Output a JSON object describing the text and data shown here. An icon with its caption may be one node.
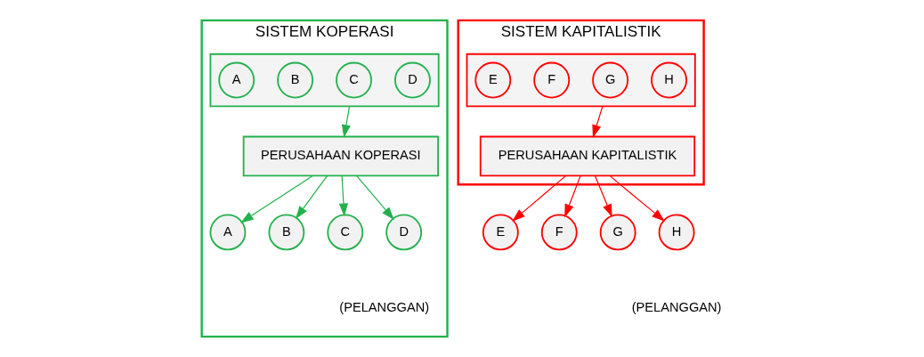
{
  "diagram": {
    "nodes": [
      {
        "text": [
          "SISTEM KOPERASI"
        ]
      },
      {
        "text": [],
        "shape": "box",
        "in": 0
      },
      {
        "text": [
          "A"
        ],
        "in": 1
      },
      {
        "text": [
          "B"
        ],
        "in": 1
      },
      {
        "text": [
          "C"
        ],
        "in": 1
      },
      {
        "text": [
          "D"
        ],
        "in": 1
      },
      {
        "text": [
          "PERUSAHAAN KOPERASI"
        ],
        "in": 0
      },
      {
        "text": [
          "A"
        ],
        "in": 0
      },
      {
        "text": [
          "B"
        ],
        "in": 0
      },
      {
        "text": [
          "C"
        ],
        "in": 0
      },
      {
        "text": [
          "D"
        ],
        "in": 0
      },
      {
        "text": [
          "SISTEM KAPITALISTIK"
        ]
      },
      {
        "text": [],
        "shape": "box",
        "in": 11
      },
      {
        "text": [
          "E"
        ],
        "in": 12
      },
      {
        "text": [
          "F"
        ],
        "in": 12
      },
      {
        "text": [
          "G"
        ],
        "in": 12
      },
      {
        "text": [
          "H"
        ],
        "in": 12
      },
      {
        "text": [
          "PERUSAHAAN KAPITALISTIK"
        ],
        "in": 11
      },
      {
        "text": [
          "E"
        ]
      },
      {
        "text": [
          "F"
        ]
      },
      {
        "text": [
          "G"
        ]
      },
      {
        "text": [
          "H"
        ]
      }
    ],
    "edges": [
      {
        "from": 1,
        "to": 6,
        "arrow": "to",
        "color": "#22b14c"
      },
      {
        "from": 6,
        "to": 7,
        "arrow": "to",
        "color": "#22b14c"
      },
      {
        "from": 6,
        "to": 8,
        "arrow": "to",
        "color": "#22b14c"
      },
      {
        "from": 6,
        "to": 9,
        "arrow": "to",
        "color": "#22b14c"
      },
      {
        "from": 6,
        "to": 10,
        "arrow": "to",
        "color": "#22b14c"
      },
      {
        "from": 12,
        "to": 17,
        "arrow": "to",
        "color": "#ff0000"
      },
      {
        "from": 17,
        "to": 18,
        "arrow": "to",
        "color": "#ff0000"
      },
      {
        "from": 17,
        "to": 19,
        "arrow": "to",
        "color": "#ff0000"
      },
      {
        "from": 17,
        "to": 20,
        "arrow": "to",
        "color": "#ff0000"
      },
      {
        "from": 17,
        "to": 21,
        "arrow": "to",
        "color": "#ff0000"
      }
    ],
    "labels": [
      "(PELANGGAN)",
      "(PELANGGAN)"
    ]
  }
}
